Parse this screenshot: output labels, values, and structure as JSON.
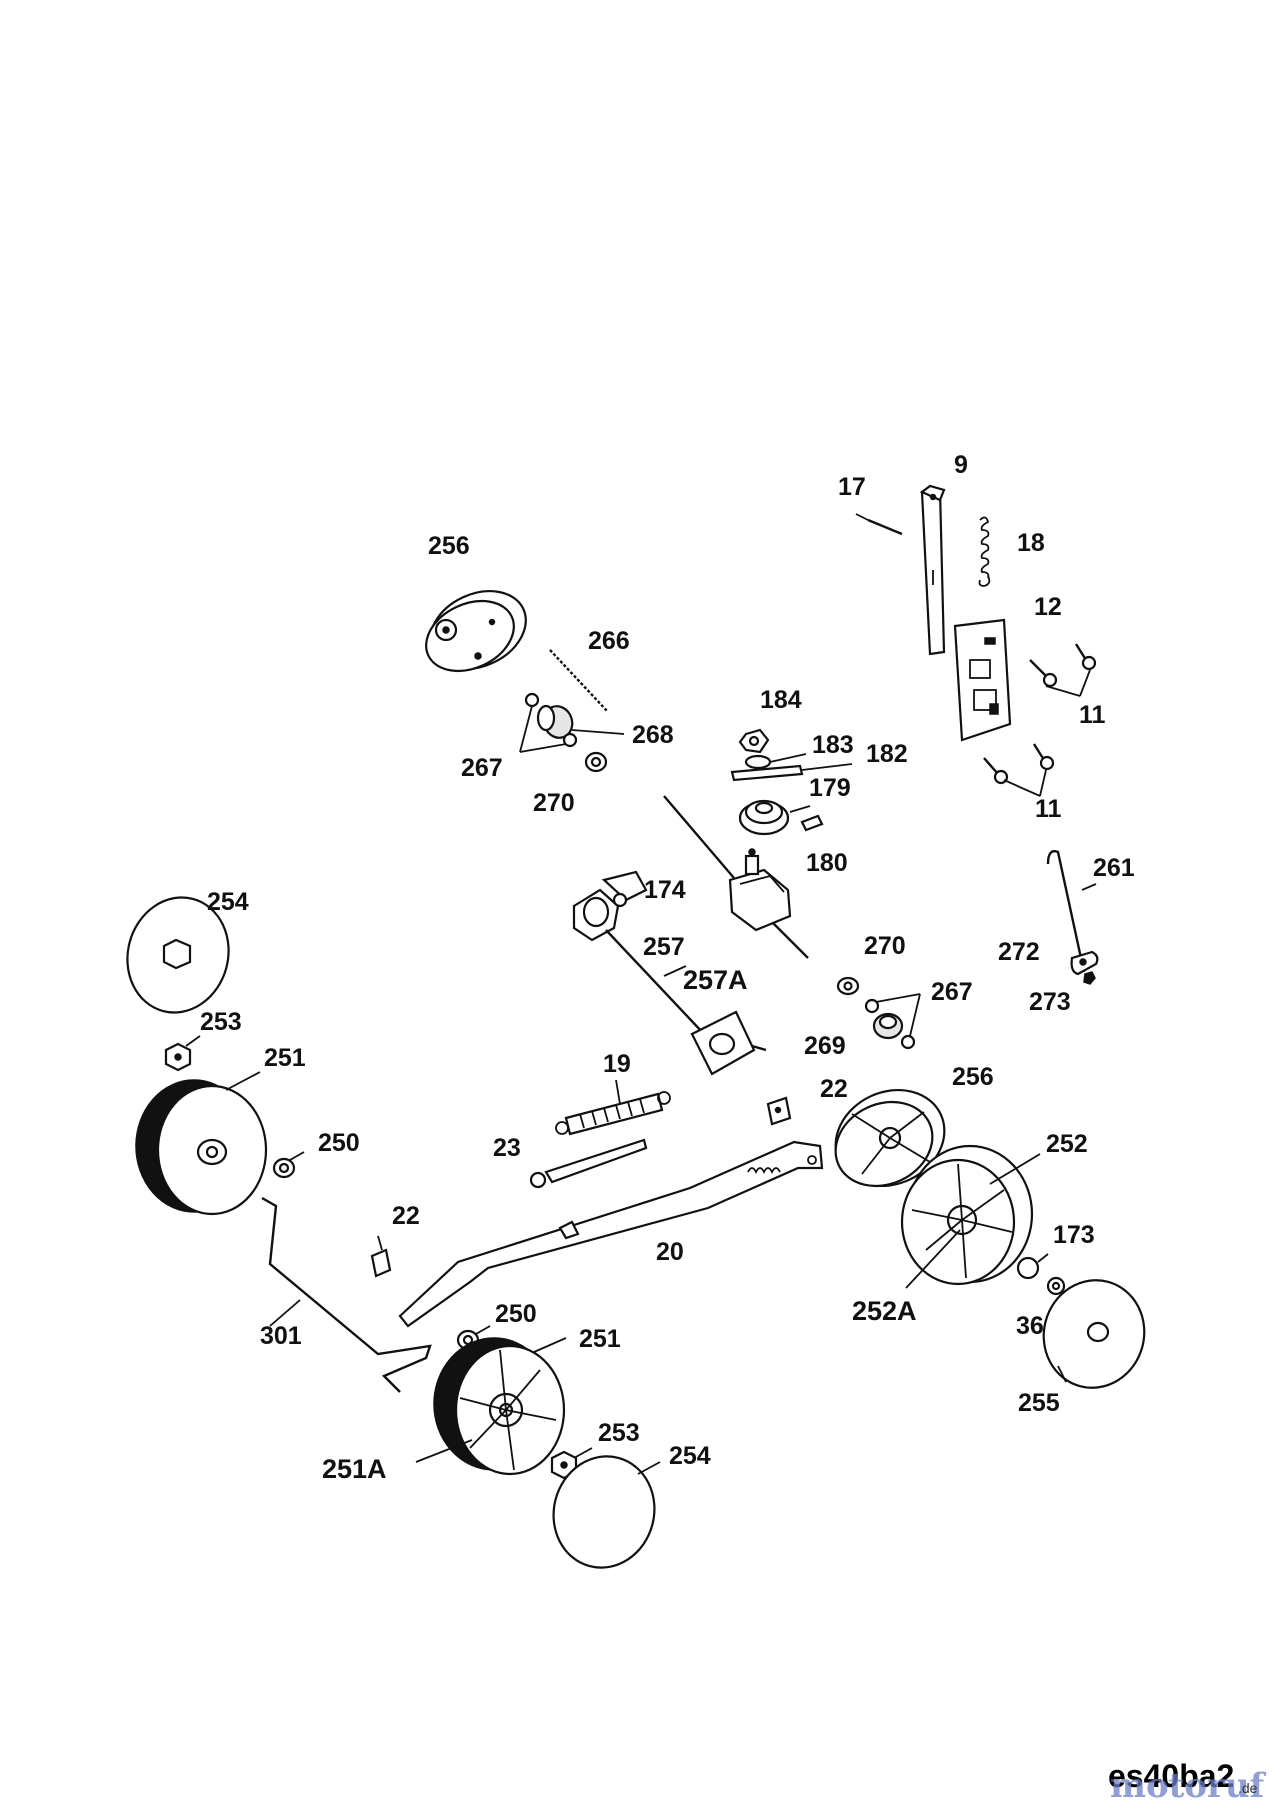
{
  "diagram": {
    "drawing_code": "es40ba2",
    "watermark": "motoruf",
    "watermark_suffix": ".de",
    "labels": [
      "9",
      "17",
      "18",
      "12",
      "11",
      "11",
      "256",
      "266",
      "268",
      "267",
      "270",
      "184",
      "183",
      "182",
      "179",
      "180",
      "174",
      "261",
      "272",
      "273",
      "254",
      "253",
      "251",
      "250",
      "257",
      "257A",
      "270",
      "267",
      "269",
      "19",
      "22",
      "23",
      "256",
      "252",
      "20",
      "22",
      "173",
      "252A",
      "36",
      "255",
      "301",
      "250",
      "251",
      "251A",
      "253",
      "254"
    ]
  }
}
